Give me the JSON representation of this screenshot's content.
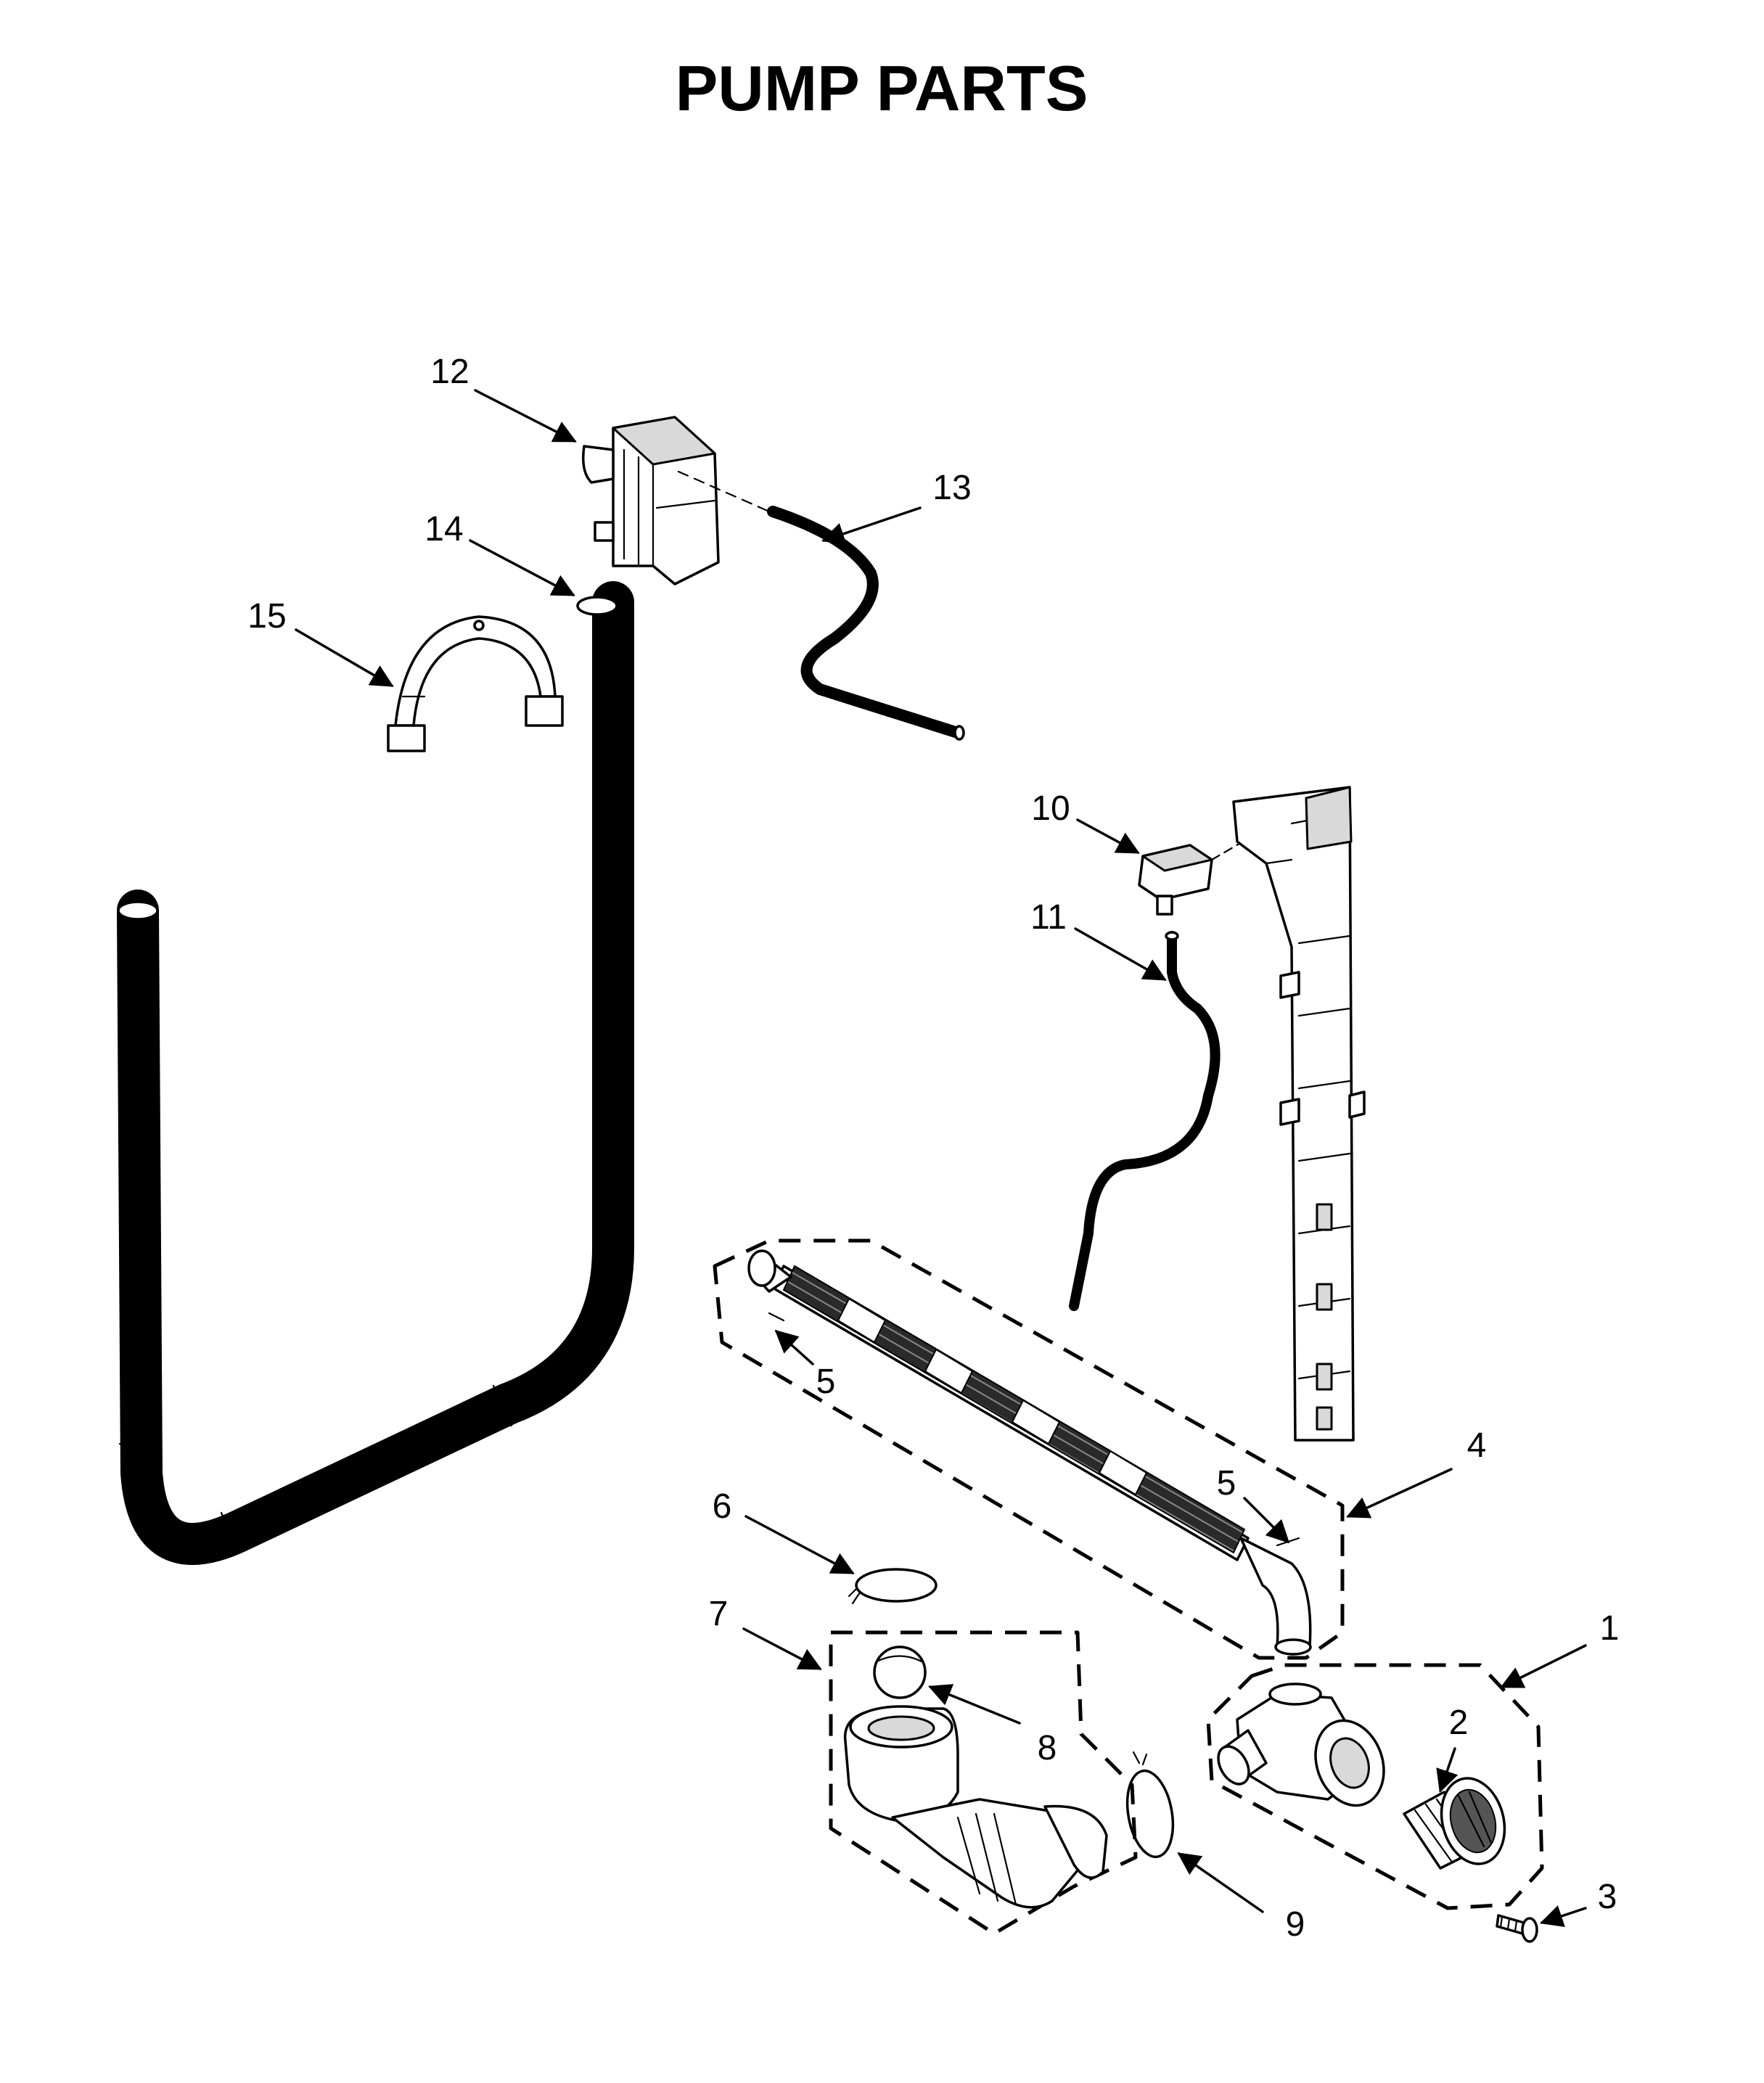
{
  "title": "PUMP PARTS",
  "callouts": {
    "c1": "1",
    "c2": "2",
    "c3": "3",
    "c4": "4",
    "c5a": "5",
    "c5b": "5",
    "c6": "6",
    "c7": "7",
    "c8": "8",
    "c9": "9",
    "c10": "10",
    "c11": "11",
    "c12": "12",
    "c13": "13",
    "c14": "14",
    "c15": "15"
  }
}
